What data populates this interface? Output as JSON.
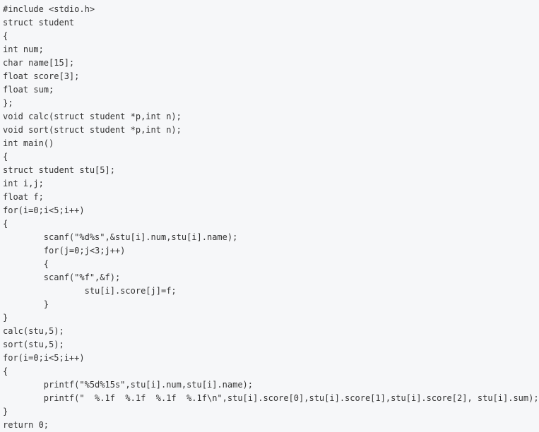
{
  "code": {
    "lines": [
      "#include <stdio.h>",
      "struct student",
      "{",
      "int num;",
      "char name[15];",
      "float score[3];",
      "float sum;",
      "};",
      "void calc(struct student *p,int n);",
      "void sort(struct student *p,int n);",
      "int main()",
      "{",
      "struct student stu[5];",
      "int i,j;",
      "float f;",
      "for(i=0;i<5;i++)",
      "{",
      "        scanf(\"%d%s\",&stu[i].num,stu[i].name);",
      "        for(j=0;j<3;j++)",
      "        {",
      "        scanf(\"%f\",&f);",
      "                stu[i].score[j]=f;",
      "        }",
      "}",
      "calc(stu,5);",
      "sort(stu,5);",
      "for(i=0;i<5;i++)",
      "{",
      "        printf(\"%5d%15s\",stu[i].num,stu[i].name);",
      "        printf(\"  %.1f  %.1f  %.1f  %.1f\\n\",stu[i].score[0],stu[i].score[1],stu[i].score[2], stu[i].sum);",
      "}",
      "return 0;"
    ]
  }
}
